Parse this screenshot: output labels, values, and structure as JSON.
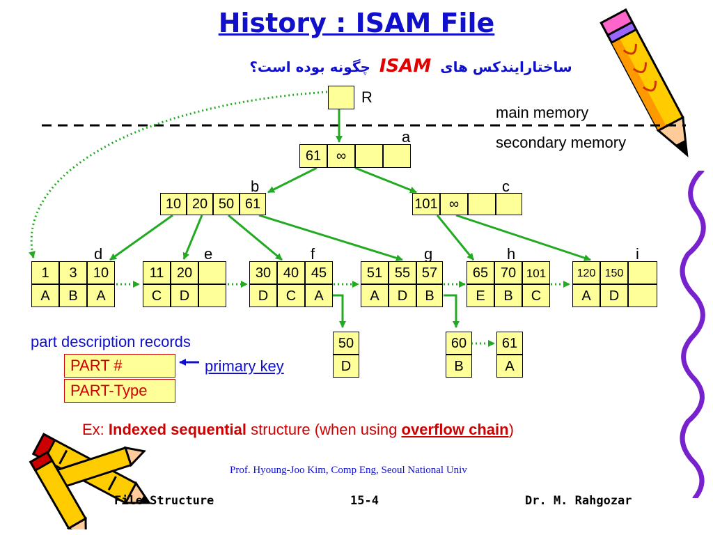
{
  "title": "History : ISAM File",
  "subtitle": {
    "before": "ساختارایندکس های",
    "key": "ISAM",
    "after": "چگونه بوده است؟"
  },
  "labels": {
    "root": "R",
    "main_memory": "main memory",
    "secondary_memory": "secondary memory",
    "node_a": "a",
    "node_b": "b",
    "node_c": "c",
    "leaf_d": "d",
    "leaf_e": "e",
    "leaf_f": "f",
    "leaf_g": "g",
    "leaf_h": "h",
    "leaf_i": "i"
  },
  "nodes": {
    "a": [
      "61",
      "∞",
      "",
      ""
    ],
    "b": [
      "10",
      "20",
      "50",
      "61"
    ],
    "c": [
      "101",
      "∞",
      "",
      ""
    ]
  },
  "leaves": {
    "d": {
      "keys": [
        "1",
        "3",
        "10"
      ],
      "types": [
        "A",
        "B",
        "A"
      ]
    },
    "e": {
      "keys": [
        "11",
        "20",
        ""
      ],
      "types": [
        "C",
        "D",
        ""
      ]
    },
    "f": {
      "keys": [
        "30",
        "40",
        "45"
      ],
      "types": [
        "D",
        "C",
        "A"
      ]
    },
    "g": {
      "keys": [
        "51",
        "55",
        "57"
      ],
      "types": [
        "A",
        "D",
        "B"
      ]
    },
    "h": {
      "keys": [
        "65",
        "70",
        "101"
      ],
      "types": [
        "E",
        "B",
        "C"
      ]
    },
    "i": {
      "keys": [
        "120",
        "150",
        ""
      ],
      "types": [
        "A",
        "D",
        ""
      ]
    }
  },
  "overflow": [
    {
      "key": "50",
      "type": "D"
    },
    {
      "key": "60",
      "type": "B"
    },
    {
      "key": "61",
      "type": "A"
    }
  ],
  "legend": {
    "heading": "part description records",
    "field1": "PART #",
    "field2": "PART-Type",
    "primary_key": "primary key"
  },
  "example": {
    "prefix": "Ex: ",
    "bold": "Indexed sequential",
    "middle": " structure (when using ",
    "link": "overflow chain",
    "suffix": ")"
  },
  "credit": "Prof. Hyoung-Joo Kim, Comp Eng, Seoul National Univ",
  "footer": {
    "left": "File Structure",
    "center": "15-4",
    "right": "Dr. M. Rahgozar"
  },
  "colors": {
    "title": "#1010cc",
    "accent": "#e00000",
    "cell_fill": "#ffff99",
    "pointer": "#22aa22"
  },
  "icons": [
    "pencil-icon",
    "crayon-icon",
    "squiggle-border"
  ]
}
